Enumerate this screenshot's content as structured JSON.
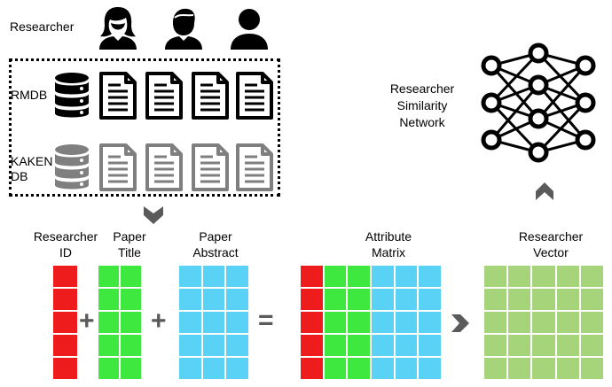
{
  "researcher_label": "Researcher",
  "rmdb_label": "RMDB",
  "kaken_label_line1": "KAKEN",
  "kaken_label_line2": "DB",
  "network_label": [
    "Researcher",
    "Similarity",
    "Network"
  ],
  "columns": {
    "researcher_id": [
      "Researcher",
      "ID"
    ],
    "paper_title": [
      "Paper",
      "Title"
    ],
    "paper_abstract": [
      "Paper",
      "Abstract"
    ],
    "attribute_matrix": [
      "Attribute",
      "Matrix"
    ],
    "researcher_vector": [
      "Researcher",
      "Vector"
    ]
  },
  "operators": {
    "plus": "+",
    "equals": "="
  },
  "colors": {
    "red": "#ee1c1c",
    "green": "#3ee83e",
    "blue": "#5ad2f5",
    "light_green": "#a6d47a",
    "gray_icon": "#7f7f7f",
    "dark_gray": "#5a5a5a"
  },
  "icons": [
    "user-female-icon",
    "user-male-icon",
    "user-icon",
    "database-icon",
    "document-icon",
    "neural-network-icon",
    "chevron-down-icon",
    "chevron-right-icon",
    "chevron-up-icon"
  ]
}
